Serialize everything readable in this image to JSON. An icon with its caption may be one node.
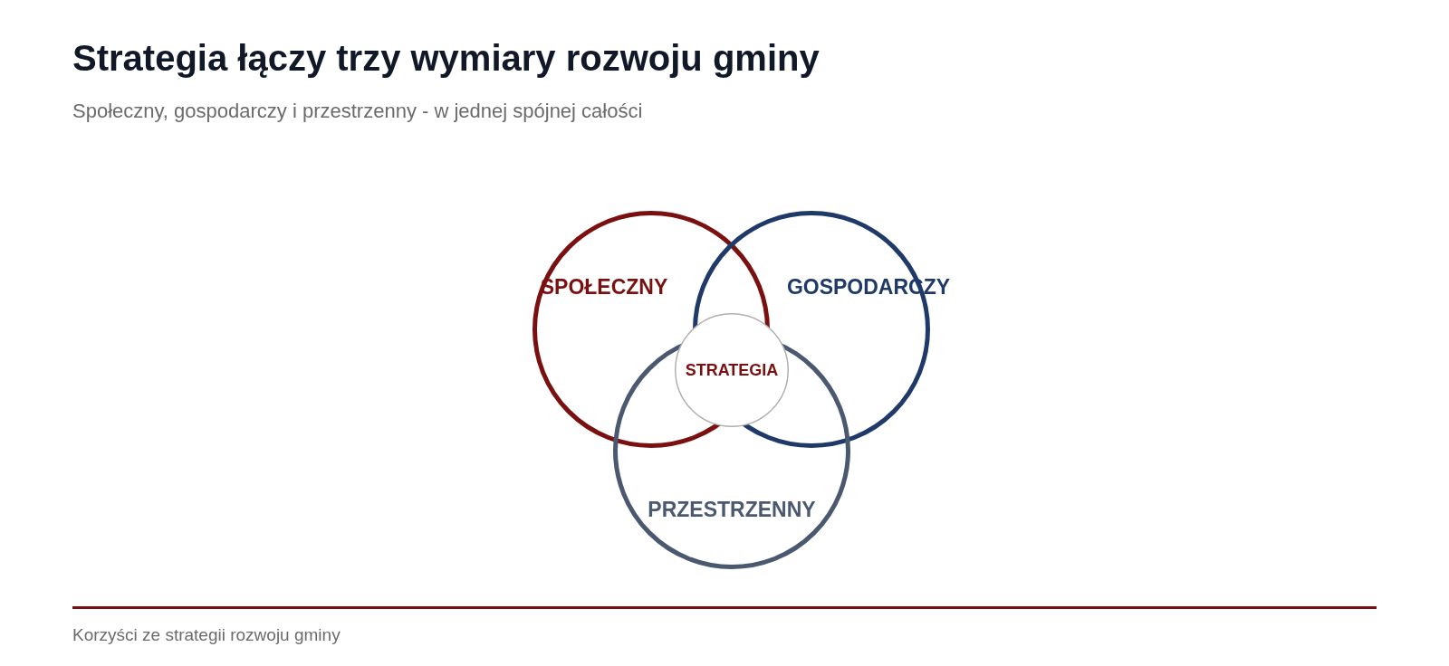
{
  "diagram": {
    "title": "Strategia łączy trzy wymiary rozwoju gminy",
    "nodes": [
      {
        "text": [
          "SPOŁECZNY"
        ]
      },
      {
        "text": [
          "GOSPODARCZY"
        ]
      },
      {
        "text": [
          "PRZESTRZENNY"
        ]
      },
      {
        "text": [
          "STRATEGIA"
        ]
      }
    ],
    "labels": [
      "Społeczny, gospodarczy i przestrzenny - w jednej spójnej całości",
      "Korzyści ze strategii rozwoju gminy"
    ]
  }
}
